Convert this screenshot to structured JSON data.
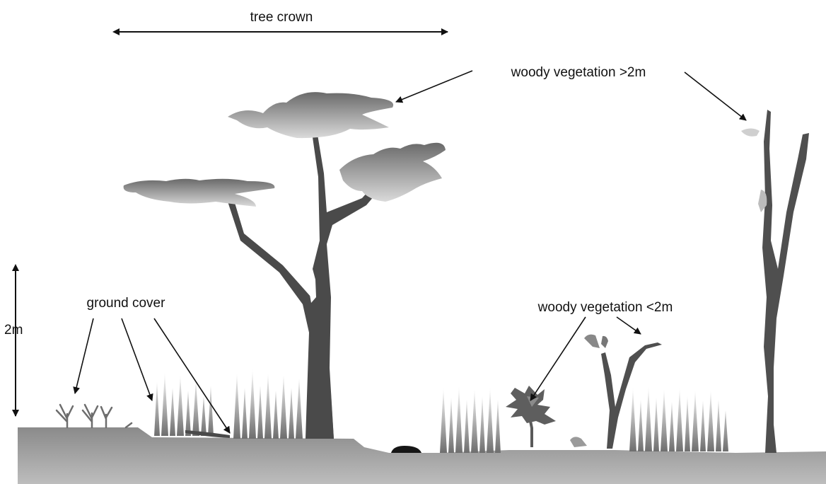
{
  "labels": {
    "tree_crown": "tree crown",
    "woody_tall": "woody vegetation >2m",
    "woody_short": "woody vegetation <2m",
    "ground_cover": "ground cover",
    "height_marker": "2m"
  },
  "colors": {
    "ground_top": "#8a8a8a",
    "ground_bottom": "#b9b9b9",
    "trunk": "#4a4a4a",
    "foliage_dark": "#6a6a6a",
    "foliage_light": "#d8d8d8",
    "text": "#111111"
  }
}
